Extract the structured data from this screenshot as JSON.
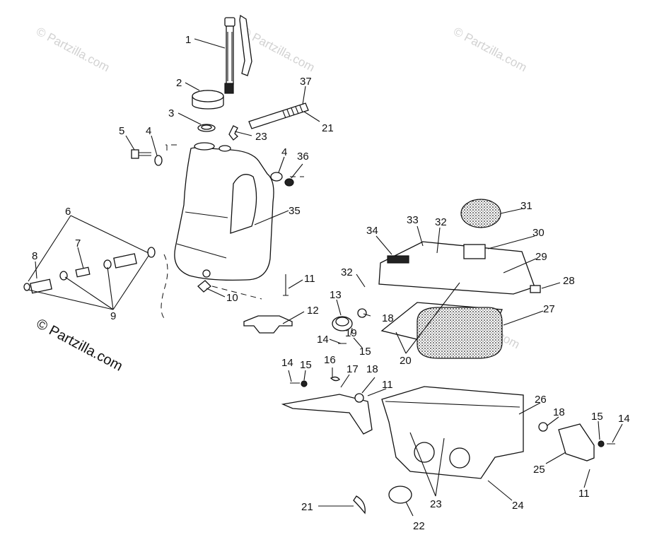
{
  "watermark": "© Partzilla.com",
  "copyright": "© Partzilla.com",
  "callouts": [
    "1",
    "2",
    "3",
    "37",
    "21",
    "23",
    "5",
    "4",
    "4",
    "36",
    "35",
    "6",
    "7",
    "8",
    "9",
    "10",
    "11",
    "12",
    "13",
    "14",
    "15",
    "19",
    "18",
    "32",
    "34",
    "33",
    "32",
    "31",
    "30",
    "29",
    "28",
    "27",
    "20",
    "16",
    "17",
    "18",
    "11",
    "14",
    "15",
    "26",
    "18",
    "15",
    "14",
    "25",
    "11",
    "24",
    "21",
    "22",
    "23"
  ]
}
